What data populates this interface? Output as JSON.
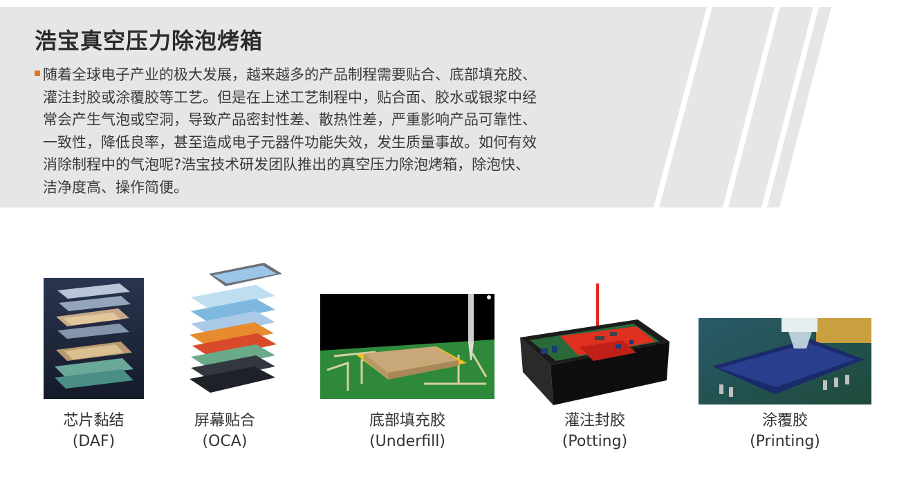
{
  "header": {
    "title": "浩宝真空压力除泡烤箱",
    "body_lines": [
      "随着全球电子产业的极大发展，越来越多的产品制程需要贴合、底部填充胶、",
      "灌注封胶或涂覆胶等工艺。但是在上述工艺制程中，贴合面、胶水或银浆中经",
      "常会产生气泡或空洞，导致产品密封性差、散热性差，严重影响产品可靠性、",
      "一致性，降低良率，甚至造成电子元器件功能失效，发生质量事故。如何有效",
      "消除制程中的气泡呢?浩宝技术研发团队推出的真空压力除泡烤箱，除泡快、",
      "洁净度高、操作简便。"
    ]
  },
  "processes": [
    {
      "name": "芯片黏结",
      "abbr": "(DAF)"
    },
    {
      "name": "屏幕贴合",
      "abbr": "(OCA)"
    },
    {
      "name": "底部填充胶",
      "abbr": "(Underfill)"
    },
    {
      "name": "灌注封胶",
      "abbr": "(Potting)"
    },
    {
      "name": "涂覆胶",
      "abbr": "(Printing)"
    }
  ],
  "colors": {
    "banner_bg": "#e6e6e6",
    "bullet": "#e8731e",
    "title": "#2b2b2b"
  }
}
